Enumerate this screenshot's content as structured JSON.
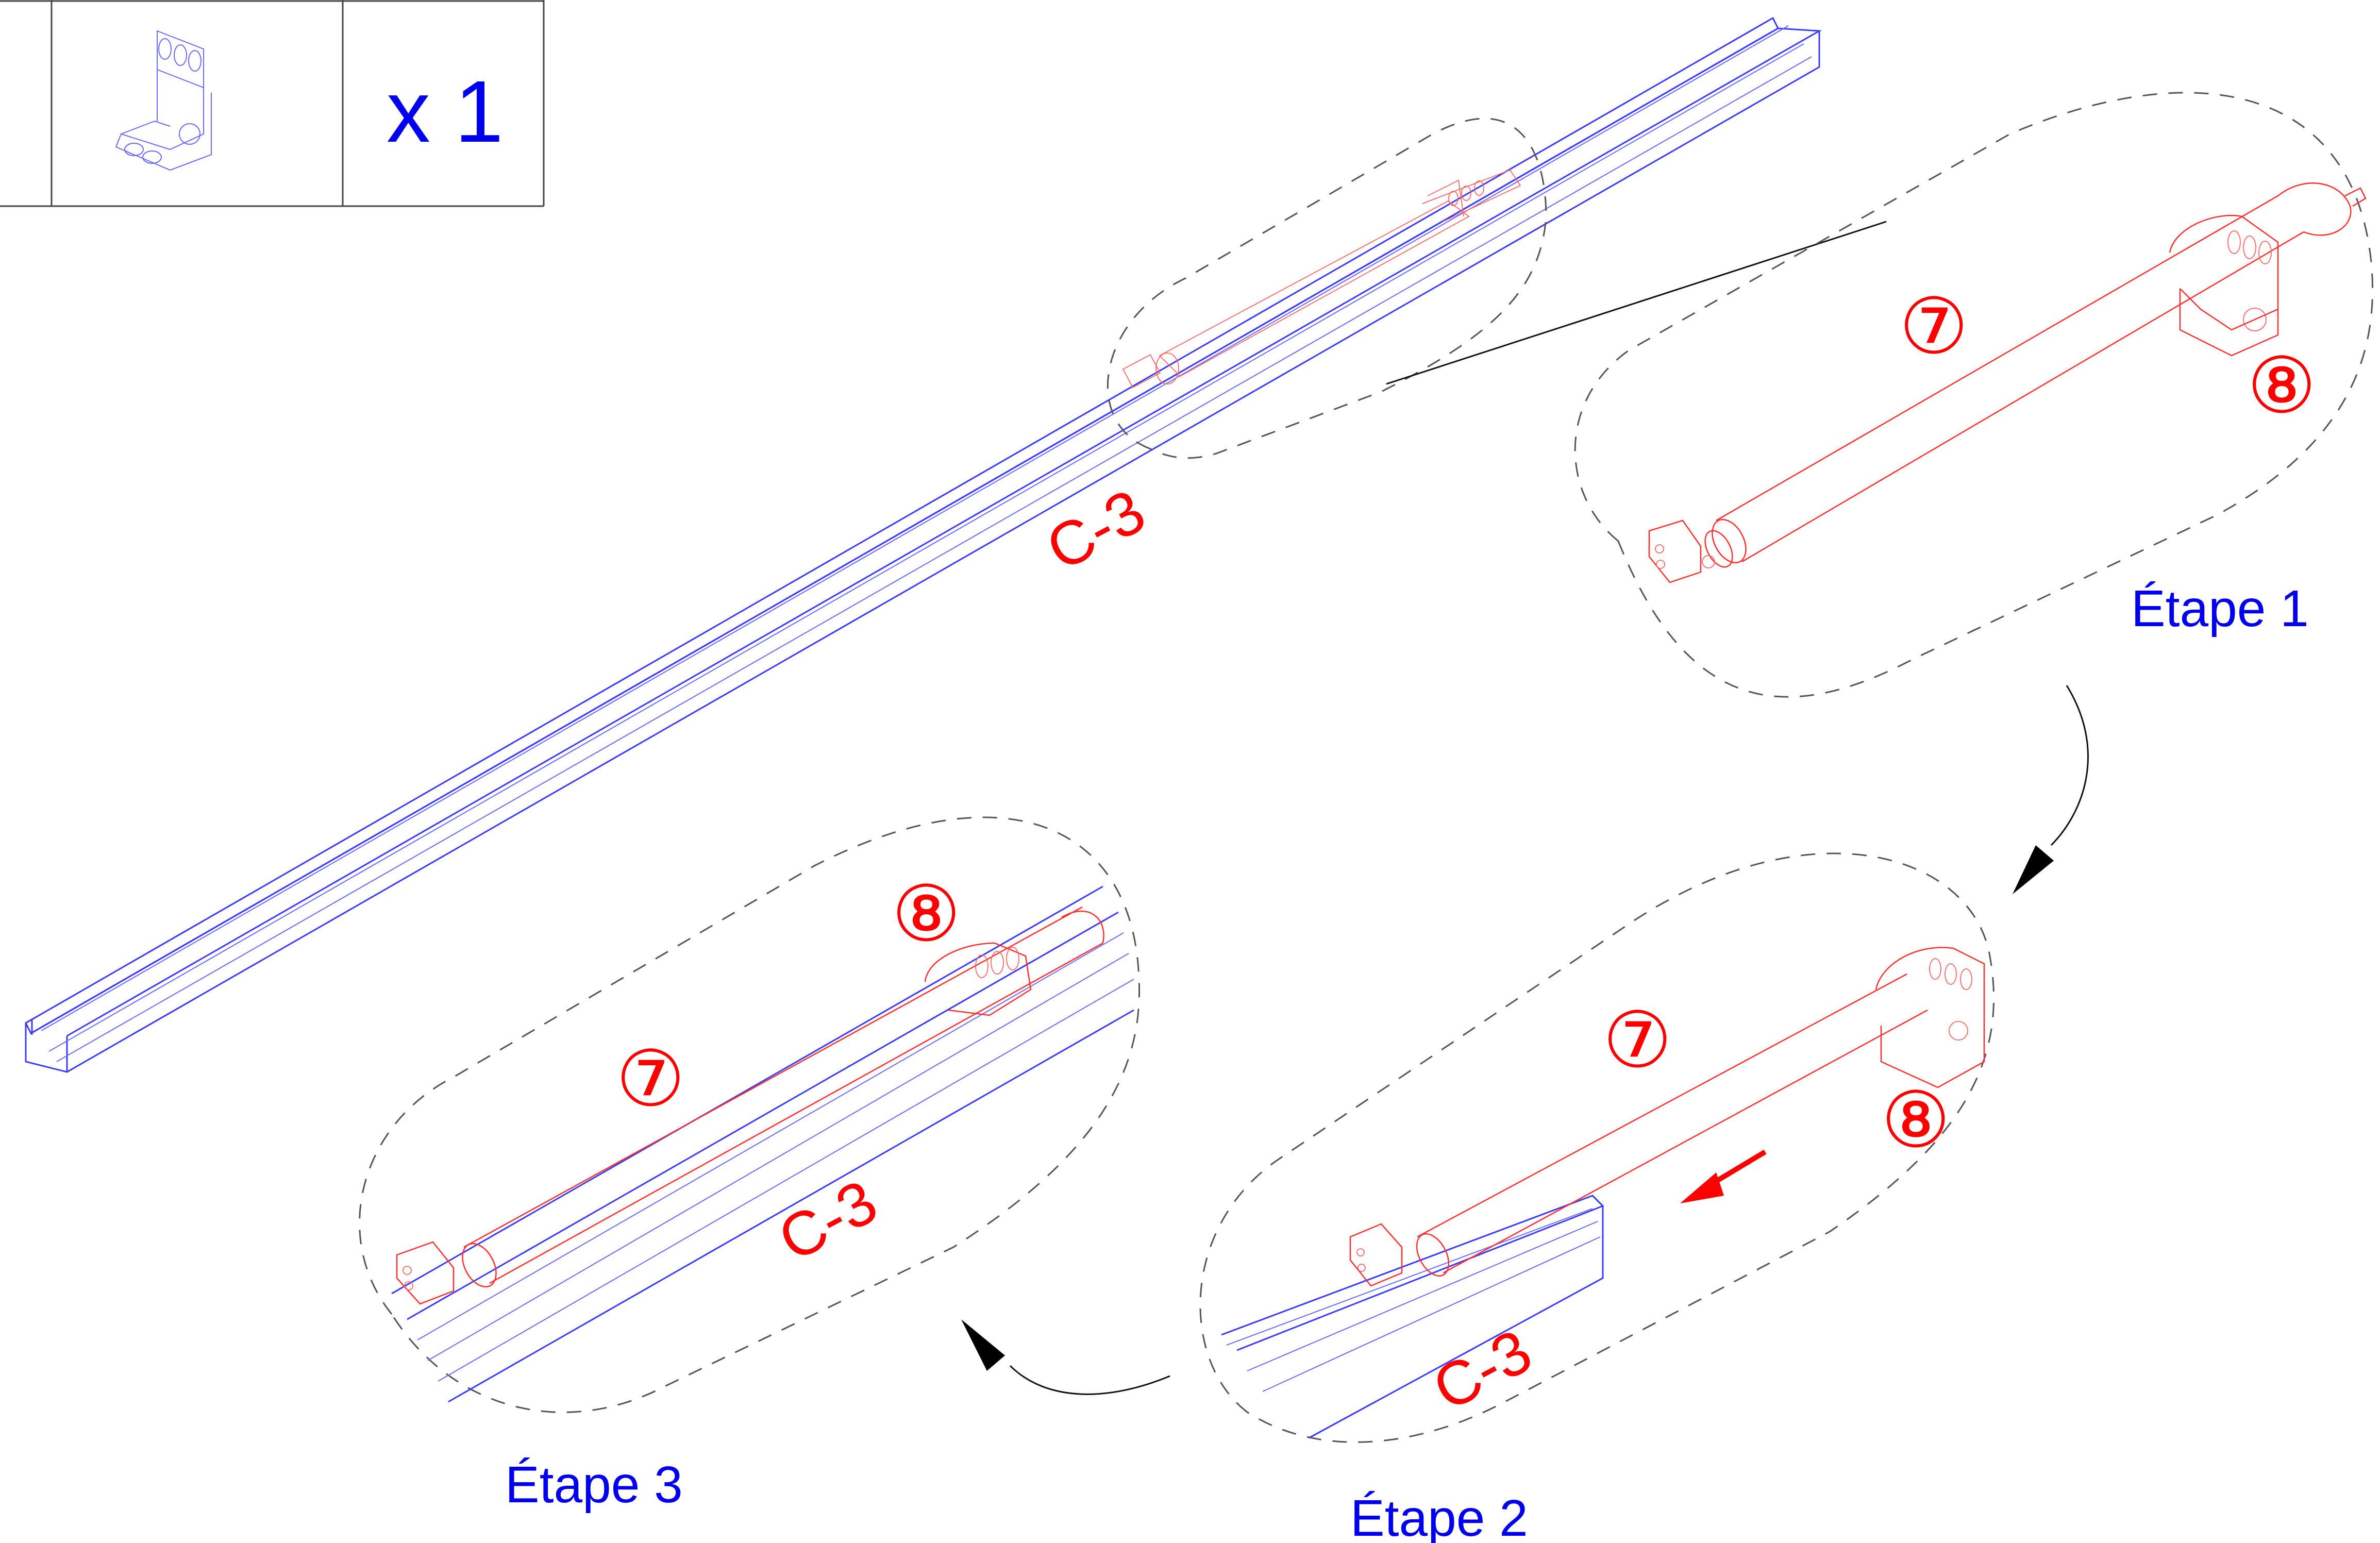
{
  "parts_table": {
    "quantity": "x 1"
  },
  "callouts": {
    "rail_main": "C-3",
    "rail_step2": "C-3",
    "rail_step3": "C-3",
    "tube_step1": "⑦",
    "bracket_step1": "⑧",
    "tube_step2": "⑦",
    "bracket_step2": "⑧",
    "tube_step3": "⑦",
    "bracket_step3": "⑧"
  },
  "steps": {
    "step1": "Étape 1",
    "step2": "Étape 2",
    "step3": "Étape 3"
  },
  "colors": {
    "parts": "#3b3bff",
    "assembly": "#ff3030",
    "labels_red": "#ff0000",
    "labels_blue": "#0000ee"
  }
}
